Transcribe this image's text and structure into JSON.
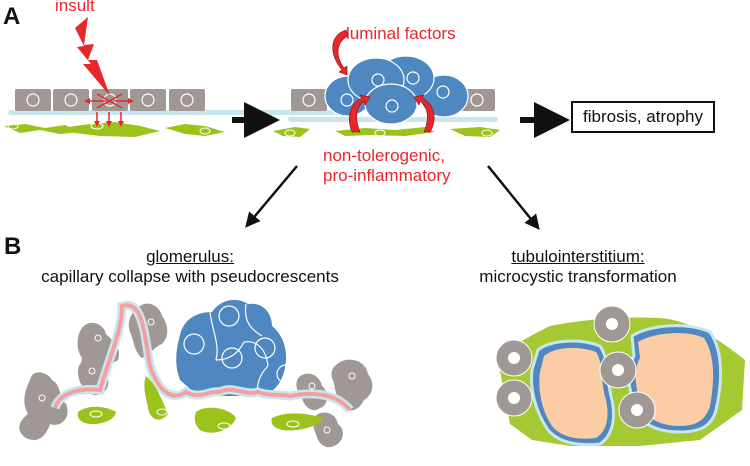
{
  "panels": {
    "A": {
      "label": "A",
      "step1": {
        "insult_label": "insult"
      },
      "step2": {
        "luminal_label": "luminal factors",
        "response_line1": "non-tolerogenic,",
        "response_line2": "pro-inflammatory"
      },
      "outcome": {
        "label": "fibrosis, atrophy"
      }
    },
    "B": {
      "label": "B",
      "glomerulus": {
        "title": "glomerulus:",
        "subtitle": "capillary collapse with pseudocrescents"
      },
      "tubulointerstitium": {
        "title": "tubulointerstitium:",
        "subtitle": "microcystic transformation"
      }
    }
  },
  "colors": {
    "epithelial_gray": "#a09894",
    "proliferating_blue": "#4f88c0",
    "membrane_lightblue": "#c9e6ee",
    "interstitium_green": "#9bc31c",
    "insult_red": "#e8262b",
    "capillary_pink": "#f4a0a0",
    "cyst_lumen_peach": "#fccda4",
    "arrow_black": "#111111"
  }
}
